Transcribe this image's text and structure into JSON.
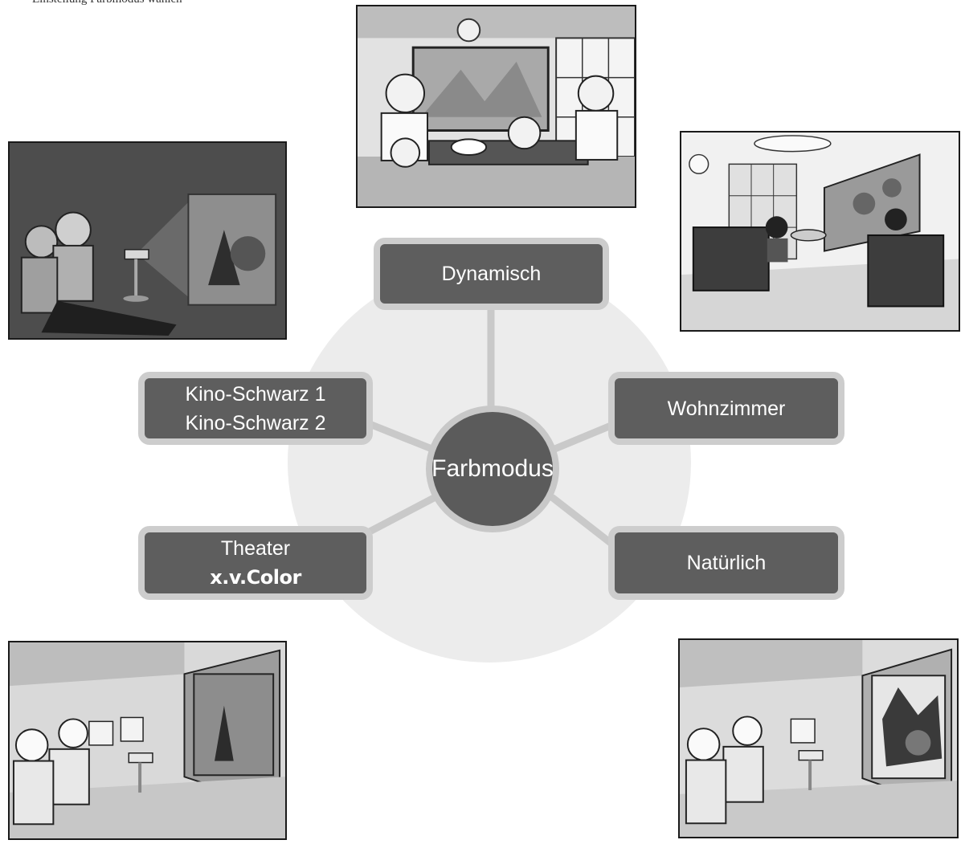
{
  "header": {
    "text": "Einstellung Farbmodus wählen"
  },
  "hub": {
    "label": "Farbmodus"
  },
  "modes": {
    "dynamic": {
      "label": "Dynamisch"
    },
    "living_room": {
      "label": "Wohnzimmer"
    },
    "natural": {
      "label": "Natürlich"
    },
    "cinema": {
      "line1": "Kino-Schwarz 1",
      "line2": "Kino-Schwarz 2"
    },
    "theater": {
      "line1": "Theater",
      "line2": "x.v.Color"
    }
  },
  "colors": {
    "box_fill": "#5e5e5e",
    "box_border": "#cdcdcd",
    "hub_fill": "#5b5b5b",
    "halo": "#ececec",
    "connector": "#c9c9c9"
  }
}
